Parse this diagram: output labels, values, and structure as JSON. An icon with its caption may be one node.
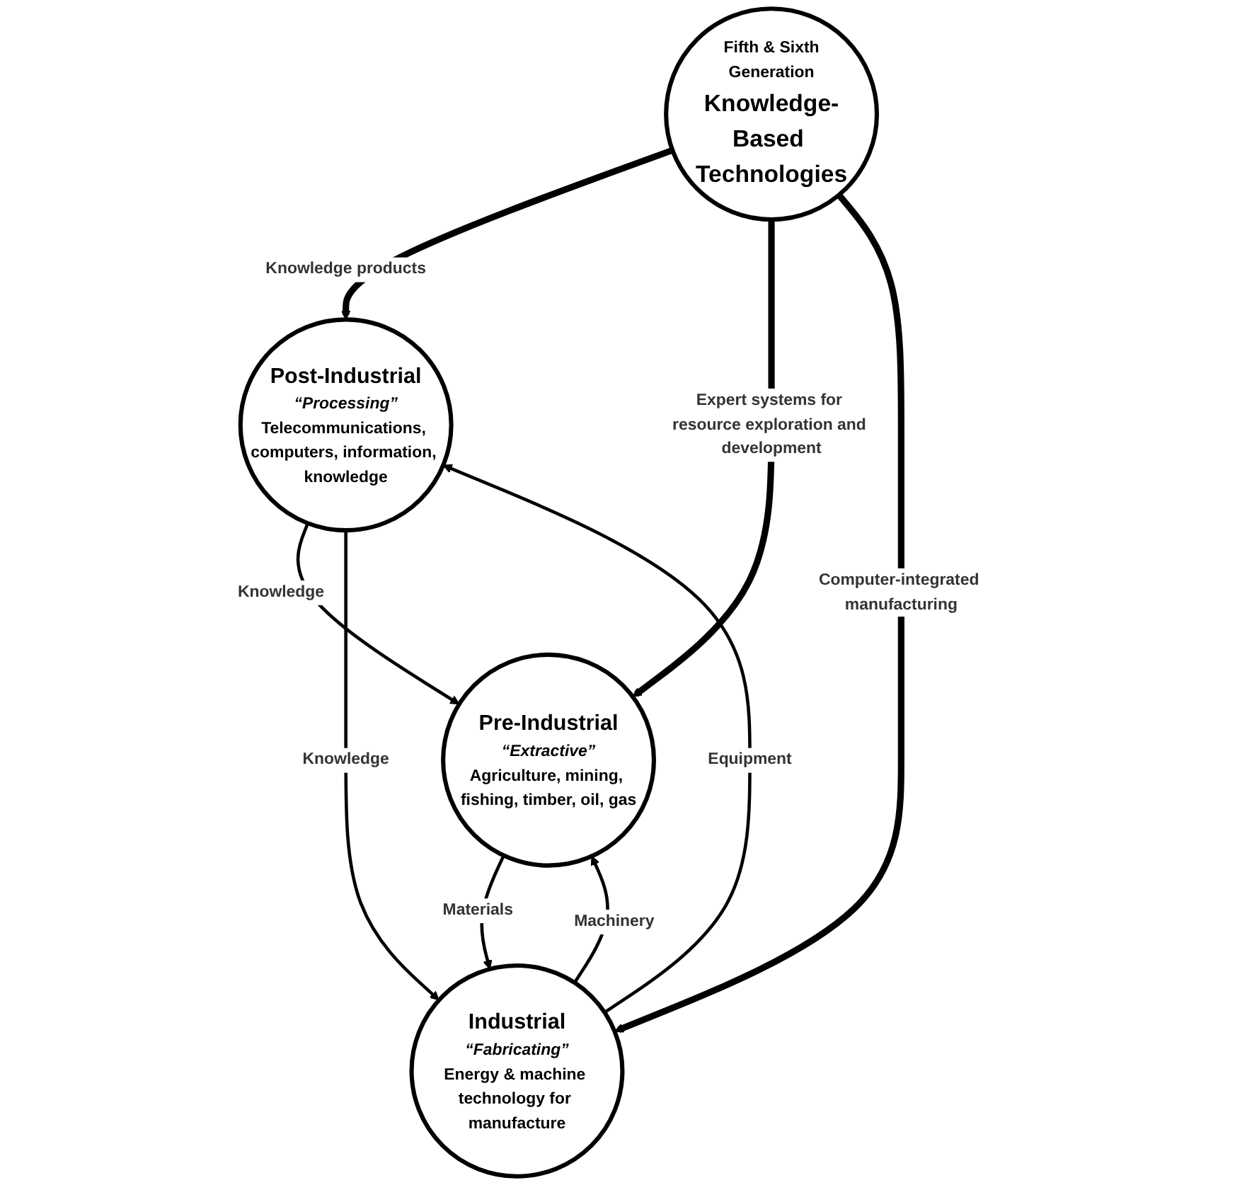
{
  "diagram": {
    "nodes": [
      {
        "text": [
          "Post-Industrial",
          "“Processing”",
          "Telecommunications, computers, information, knowledge"
        ]
      },
      {
        "text": [
          "Fifth & Sixth Generation",
          "Knowledge-Based Technologies"
        ]
      },
      {
        "text": [
          "Pre-Industrial",
          "“Extractive”",
          "Agriculture, mining, fishing, timber, oil, gas"
        ]
      },
      {
        "text": [
          "Industrial",
          "“Fabricating”",
          "Energy & machine technology for manufacture"
        ]
      }
    ],
    "edges": [
      {
        "from": 0,
        "to": 2,
        "arrow": "to",
        "label": "Knowledge"
      },
      {
        "from": 3,
        "to": 0,
        "arrow": "to",
        "label": "Equipment"
      },
      {
        "from": 0,
        "to": 3,
        "arrow": "to",
        "label": "Knowledge"
      },
      {
        "from": 1,
        "to": 0,
        "arrow": "to",
        "label": "Knowledge products",
        "style": "thick"
      },
      {
        "from": 1,
        "to": 2,
        "arrow": "to",
        "label": "Expert systems for resource exploration and development",
        "style": "thick"
      },
      {
        "from": 1,
        "to": 3,
        "arrow": "to",
        "label": "Computer-integrated manufacturing",
        "style": "thick"
      },
      {
        "from": 3,
        "to": 2,
        "arrow": "to",
        "label": "Machinery"
      },
      {
        "from": 2,
        "to": 3,
        "arrow": "to",
        "label": "Materials"
      }
    ]
  }
}
